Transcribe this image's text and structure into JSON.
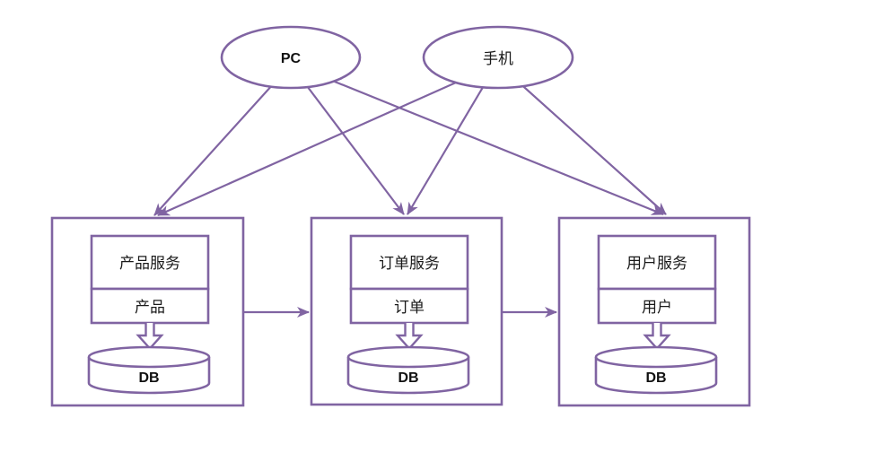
{
  "diagram": {
    "colors": {
      "accent": "#8064A2",
      "text": "#1a1a1a",
      "background": "#ffffff"
    },
    "clients": [
      {
        "id": "pc",
        "label": "PC"
      },
      {
        "id": "mobile",
        "label": "手机"
      }
    ],
    "services": [
      {
        "id": "product",
        "name": "产品服务",
        "module": "产品",
        "db": "DB"
      },
      {
        "id": "order",
        "name": "订单服务",
        "module": "订单",
        "db": "DB"
      },
      {
        "id": "user",
        "name": "用户服务",
        "module": "用户",
        "db": "DB"
      }
    ],
    "edges": [
      {
        "from": "PC",
        "to": "产品服务"
      },
      {
        "from": "PC",
        "to": "订单服务"
      },
      {
        "from": "PC",
        "to": "用户服务"
      },
      {
        "from": "手机",
        "to": "产品服务"
      },
      {
        "from": "手机",
        "to": "订单服务"
      },
      {
        "from": "手机",
        "to": "用户服务"
      },
      {
        "from": "产品服务",
        "to": "订单服务"
      },
      {
        "from": "订单服务",
        "to": "用户服务"
      },
      {
        "from": "产品",
        "to": "DB"
      },
      {
        "from": "订单",
        "to": "DB"
      },
      {
        "from": "用户",
        "to": "DB"
      }
    ]
  }
}
